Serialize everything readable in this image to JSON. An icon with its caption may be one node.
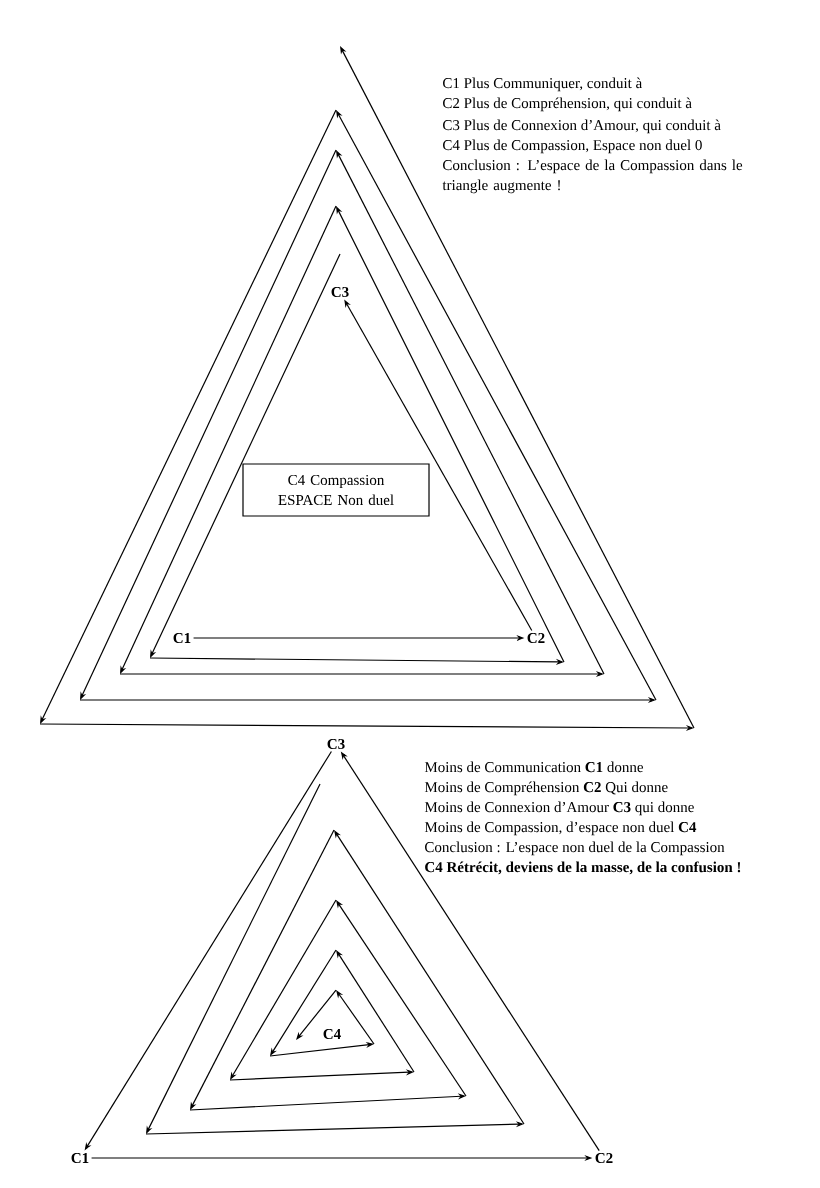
{
  "diagram": {
    "nodes": [
      {
        "text": [
          "C3"
        ]
      },
      {
        "text": [
          "C4 Compassion ESPACE Non duel"
        ]
      },
      {
        "text": [
          "C1"
        ]
      },
      {
        "text": [
          "C2"
        ]
      },
      {
        "text": [
          "C3"
        ]
      },
      {
        "text": [
          "C4"
        ]
      },
      {
        "text": [
          "C1"
        ]
      },
      {
        "text": [
          "C2"
        ]
      }
    ],
    "edges": [
      {
        "from": 2,
        "to": 3,
        "arrow": "to"
      },
      {
        "from": 3,
        "to": 0,
        "arrow": "to"
      },
      {
        "from": 6,
        "to": 7,
        "arrow": "to"
      },
      {
        "from": 7,
        "to": 4,
        "arrow": "to"
      },
      {
        "from": 4,
        "to": 6,
        "arrow": "to"
      }
    ],
    "labels": [
      "C1 Plus Communiquer, conduit à",
      "C2 Plus de Compréhension, qui conduit à",
      "C3 Plus de Connexion d’Amour, qui conduit à",
      "C4 Plus de Compassion, Espace non duel 0",
      "Conclusion : L’espace de la Compassion dans le triangle augmente !",
      "Moins de Communication **C1** donne",
      "Moins de Compréhension **C2** Qui donne",
      "Moins de Connexion d’Amour **C3** qui donne",
      "Moins  de Compassion, d’espace non duel **C4**",
      "Conclusion : L’espace non duel de la Compassion",
      "C4 Rétrécit, deviens de la masse, de la confusion !"
    ]
  }
}
